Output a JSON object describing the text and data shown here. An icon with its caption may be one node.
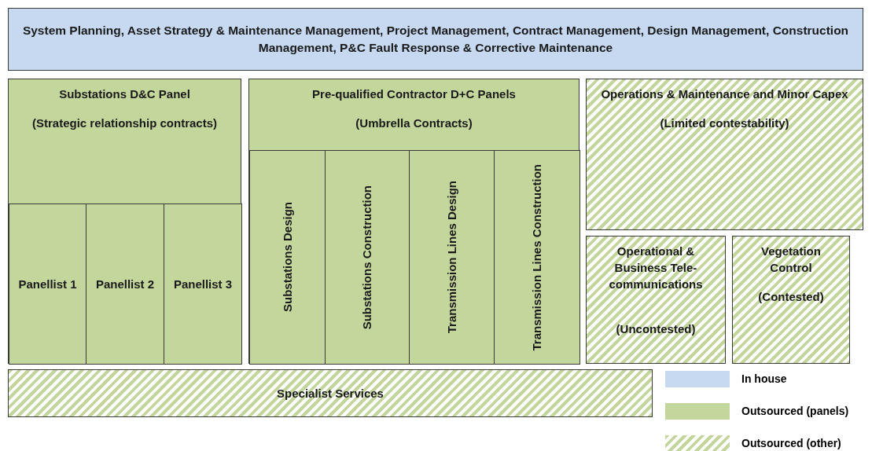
{
  "diagram": {
    "nodes": [
      {
        "text": [
          "System Planning, Asset Strategy & Maintenance Management, Project Management, Contract Management, Design Management, Construction Management, P&C Fault Response & Corrective Maintenance"
        ]
      },
      {
        "text": [
          "Substations D&C Panel",
          "(Strategic  relationship contracts)"
        ]
      },
      {
        "text": [
          "Panellist 1"
        ],
        "in": 1
      },
      {
        "text": [
          "Panellist 2"
        ],
        "in": 1
      },
      {
        "text": [
          "Panellist 3"
        ],
        "in": 1
      },
      {
        "text": [
          "Pre-qualified Contractor D+C Panels",
          "(Umbrella Contracts)"
        ]
      },
      {
        "text": [
          "Substations Design"
        ],
        "in": 5
      },
      {
        "text": [
          "Substations Construction"
        ],
        "in": 5
      },
      {
        "text": [
          "Transmission Lines Design"
        ],
        "in": 5
      },
      {
        "text": [
          "Transmission Lines Construction"
        ],
        "in": 5
      },
      {
        "text": [
          "Operations & Maintenance and Minor Capex",
          "(Limited contestability)"
        ]
      },
      {
        "text": [
          "Operational & Business Tele-communications",
          "(Uncontested)"
        ]
      },
      {
        "text": [
          "Vegetation Control",
          "(Contested)"
        ]
      },
      {
        "text": [
          "Specialist Services"
        ]
      }
    ],
    "edges": [],
    "legend": [
      {
        "text": "In house",
        "color": "#c6d9f1"
      },
      {
        "text": "Outsourced (panels)",
        "color": "#c3d69b"
      },
      {
        "text": "Outsourced (other)"
      }
    ]
  }
}
